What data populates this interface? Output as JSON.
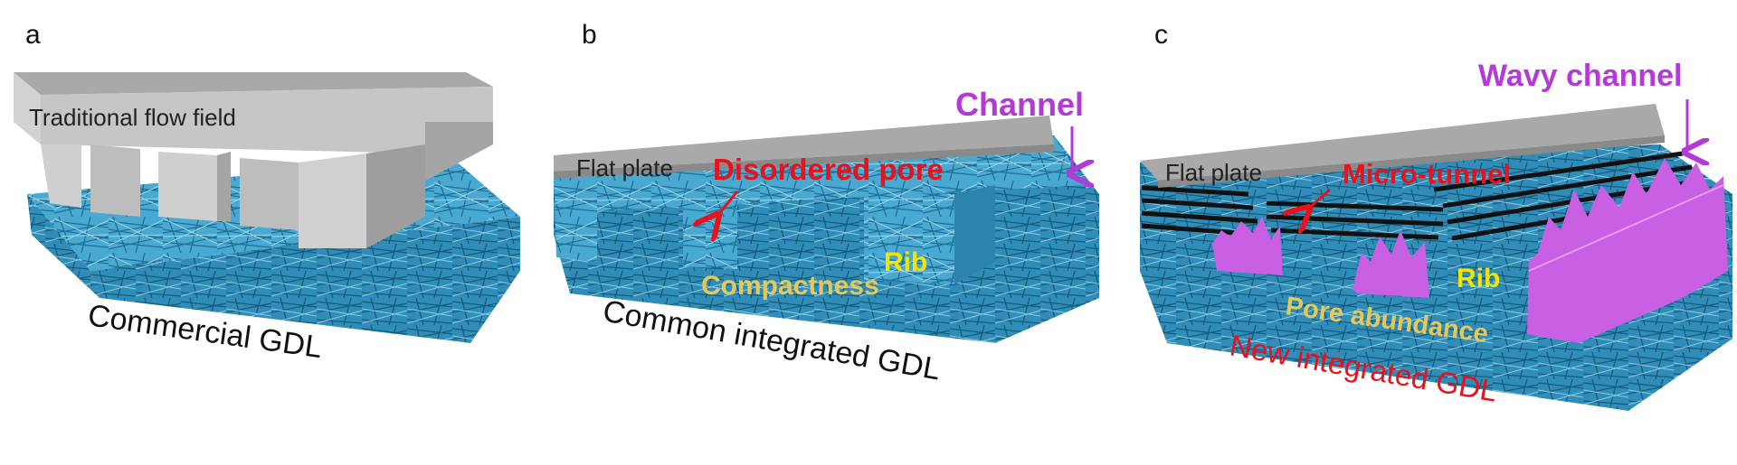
{
  "panels": [
    {
      "label": "a",
      "title": "Commercial GDL",
      "labels": {
        "plate": "Traditional flow field"
      }
    },
    {
      "label": "b",
      "title": "Common integrated GDL",
      "labels": {
        "plate": "Flat plate",
        "pore": "Disordered pore",
        "channel": "Channel",
        "rib": "Rib",
        "property": "Compactness"
      }
    },
    {
      "label": "c",
      "title": "New integrated GDL",
      "labels": {
        "plate": "Flat plate",
        "tunnel": "Micro-tunnel",
        "channel": "Wavy channel",
        "rib": "Rib",
        "property": "Pore abundance"
      }
    }
  ],
  "colors": {
    "fiber": "#3a9cc6",
    "fiber_dark": "#1e6f96",
    "plate_top": "#a9a9a9",
    "plate_front": "#c9c9c9",
    "plate_side": "#9a9a9a",
    "channel_purple": "#c95fe3",
    "annotation_red": "#e8121c",
    "annotation_purple": "#b23ad6",
    "annotation_yellow": "#f2e600",
    "annotation_gold": "#e6c85a"
  }
}
